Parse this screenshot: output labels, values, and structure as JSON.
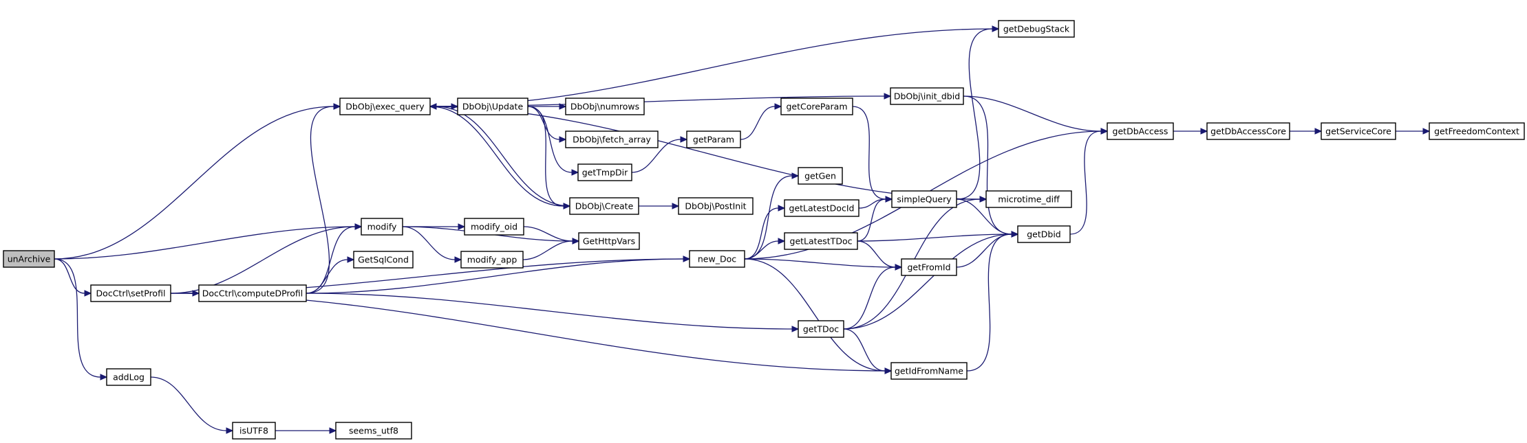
{
  "graph": {
    "edge_color": "#191970",
    "root_fill": "#bfbfbf",
    "nodes": [
      {
        "id": "unArchive",
        "label": "unArchive",
        "root": true
      },
      {
        "id": "exec_query",
        "label": "DbObj\\exec_query"
      },
      {
        "id": "update",
        "label": "DbObj\\Update"
      },
      {
        "id": "numrows",
        "label": "DbObj\\numrows"
      },
      {
        "id": "fetch_array",
        "label": "DbObj\\fetch_array"
      },
      {
        "id": "gettmpdir",
        "label": "getTmpDir"
      },
      {
        "id": "getparam",
        "label": "getParam"
      },
      {
        "id": "getcoreparam",
        "label": "getCoreParam"
      },
      {
        "id": "create",
        "label": "DbObj\\Create"
      },
      {
        "id": "postinit",
        "label": "DbObj\\PostInit"
      },
      {
        "id": "getdebugstack",
        "label": "getDebugStack"
      },
      {
        "id": "init_dbid",
        "label": "DbObj\\init_dbid"
      },
      {
        "id": "getdbaccess",
        "label": "getDbAccess"
      },
      {
        "id": "getdbaccesscore",
        "label": "getDbAccessCore"
      },
      {
        "id": "getservicecore",
        "label": "getServiceCore"
      },
      {
        "id": "getfreedomcontext",
        "label": "getFreedomContext"
      },
      {
        "id": "modify",
        "label": "modify"
      },
      {
        "id": "modify_oid",
        "label": "modify_oid"
      },
      {
        "id": "modify_app",
        "label": "modify_app"
      },
      {
        "id": "gethttpvars",
        "label": "GetHttpVars"
      },
      {
        "id": "getsqlcond",
        "label": "GetSqlCond"
      },
      {
        "id": "setprofil",
        "label": "DocCtrl\\setProfil"
      },
      {
        "id": "computedprofil",
        "label": "DocCtrl\\computeDProfil"
      },
      {
        "id": "new_doc",
        "label": "new_Doc"
      },
      {
        "id": "getgen",
        "label": "getGen"
      },
      {
        "id": "getlatestdocid",
        "label": "getLatestDocId"
      },
      {
        "id": "getlatesttdoc",
        "label": "getLatestTDoc"
      },
      {
        "id": "simplequery",
        "label": "simpleQuery"
      },
      {
        "id": "microtime_diff",
        "label": "microtime_diff"
      },
      {
        "id": "getdbid",
        "label": "getDbid"
      },
      {
        "id": "getfromid",
        "label": "getFromId"
      },
      {
        "id": "gettdoc",
        "label": "getTDoc"
      },
      {
        "id": "getidfromname",
        "label": "getIdFromName"
      },
      {
        "id": "addlog",
        "label": "addLog"
      },
      {
        "id": "isutf8",
        "label": "isUTF8"
      },
      {
        "id": "seems_utf8",
        "label": "seems_utf8"
      }
    ],
    "edges": [
      {
        "from": "unArchive",
        "to": "exec_query"
      },
      {
        "from": "unArchive",
        "to": "modify"
      },
      {
        "from": "unArchive",
        "to": "setprofil"
      },
      {
        "from": "unArchive",
        "to": "addlog"
      },
      {
        "from": "exec_query",
        "to": "getdebugstack"
      },
      {
        "from": "exec_query",
        "to": "init_dbid"
      },
      {
        "from": "exec_query",
        "to": "microtime_diff"
      },
      {
        "from": "exec_query",
        "to": "update"
      },
      {
        "from": "exec_query",
        "to": "create"
      },
      {
        "from": "update",
        "to": "exec_query"
      },
      {
        "from": "update",
        "to": "numrows"
      },
      {
        "from": "update",
        "to": "fetch_array"
      },
      {
        "from": "update",
        "to": "gettmpdir"
      },
      {
        "from": "update",
        "to": "create"
      },
      {
        "from": "create",
        "to": "exec_query"
      },
      {
        "from": "create",
        "to": "postinit"
      },
      {
        "from": "gettmpdir",
        "to": "getparam"
      },
      {
        "from": "getparam",
        "to": "getcoreparam"
      },
      {
        "from": "getcoreparam",
        "to": "simplequery"
      },
      {
        "from": "init_dbid",
        "to": "getdbaccess"
      },
      {
        "from": "init_dbid",
        "to": "getdbid"
      },
      {
        "from": "getdbaccess",
        "to": "getdbaccesscore"
      },
      {
        "from": "getdbaccesscore",
        "to": "getservicecore"
      },
      {
        "from": "getservicecore",
        "to": "getfreedomcontext"
      },
      {
        "from": "modify",
        "to": "modify_oid"
      },
      {
        "from": "modify",
        "to": "modify_app"
      },
      {
        "from": "modify",
        "to": "gethttpvars"
      },
      {
        "from": "modify_oid",
        "to": "gethttpvars"
      },
      {
        "from": "modify_app",
        "to": "gethttpvars"
      },
      {
        "from": "setprofil",
        "to": "modify"
      },
      {
        "from": "setprofil",
        "to": "computedprofil"
      },
      {
        "from": "setprofil",
        "to": "new_doc"
      },
      {
        "from": "setprofil",
        "to": "getidfromname"
      },
      {
        "from": "computedprofil",
        "to": "exec_query"
      },
      {
        "from": "computedprofil",
        "to": "modify"
      },
      {
        "from": "computedprofil",
        "to": "getsqlcond"
      },
      {
        "from": "computedprofil",
        "to": "new_doc"
      },
      {
        "from": "computedprofil",
        "to": "gettdoc"
      },
      {
        "from": "new_doc",
        "to": "getdbaccess"
      },
      {
        "from": "new_doc",
        "to": "getgen"
      },
      {
        "from": "new_doc",
        "to": "getlatestdocid"
      },
      {
        "from": "new_doc",
        "to": "getlatesttdoc"
      },
      {
        "from": "new_doc",
        "to": "getfromid"
      },
      {
        "from": "new_doc",
        "to": "getidfromname"
      },
      {
        "from": "getlatestdocid",
        "to": "simplequery"
      },
      {
        "from": "getlatesttdoc",
        "to": "simplequery"
      },
      {
        "from": "getlatesttdoc",
        "to": "getfromid"
      },
      {
        "from": "getlatesttdoc",
        "to": "getdbid"
      },
      {
        "from": "simplequery",
        "to": "getdebugstack"
      },
      {
        "from": "simplequery",
        "to": "microtime_diff"
      },
      {
        "from": "simplequery",
        "to": "getdbid"
      },
      {
        "from": "getdbid",
        "to": "getdbaccess"
      },
      {
        "from": "getfromid",
        "to": "getdbid"
      },
      {
        "from": "gettdoc",
        "to": "getfromid"
      },
      {
        "from": "gettdoc",
        "to": "microtime_diff"
      },
      {
        "from": "gettdoc",
        "to": "getdbid"
      },
      {
        "from": "gettdoc",
        "to": "getidfromname"
      },
      {
        "from": "getidfromname",
        "to": "getdbid"
      },
      {
        "from": "addlog",
        "to": "isutf8"
      },
      {
        "from": "isutf8",
        "to": "seems_utf8"
      }
    ]
  }
}
